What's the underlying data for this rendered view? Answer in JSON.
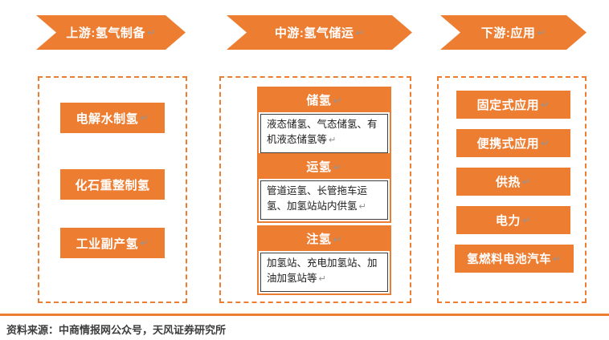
{
  "colors": {
    "accent_orange": "#ED7D31",
    "panel_dash": "#ED7D31",
    "detail_border": "#3f3f3f"
  },
  "marks": {
    "return": "↵"
  },
  "stages": {
    "upstream": {
      "arrow_label": "上游:氢气制备",
      "items": [
        "电解水制氢",
        "化石重整制氢",
        "工业副产氢"
      ]
    },
    "midstream": {
      "arrow_label": "中游:氢气储运",
      "groups": [
        {
          "title": "储氢",
          "detail": "液态储氢、气态储氢、有机液态储氢等"
        },
        {
          "title": "运氢",
          "detail": "管道运氢、长管拖车运氢、加氢站站内供氢"
        },
        {
          "title": "注氢",
          "detail": "加氢站、充电加氢站、加油加氢站等"
        }
      ]
    },
    "downstream": {
      "arrow_label": "下游:应用",
      "items": [
        "固定式应用",
        "便携式应用",
        "供热",
        "电力",
        "氢燃料电池汽车"
      ]
    }
  },
  "footer": {
    "source": "资料来源：中商情报网公众号，天风证券研究所"
  }
}
